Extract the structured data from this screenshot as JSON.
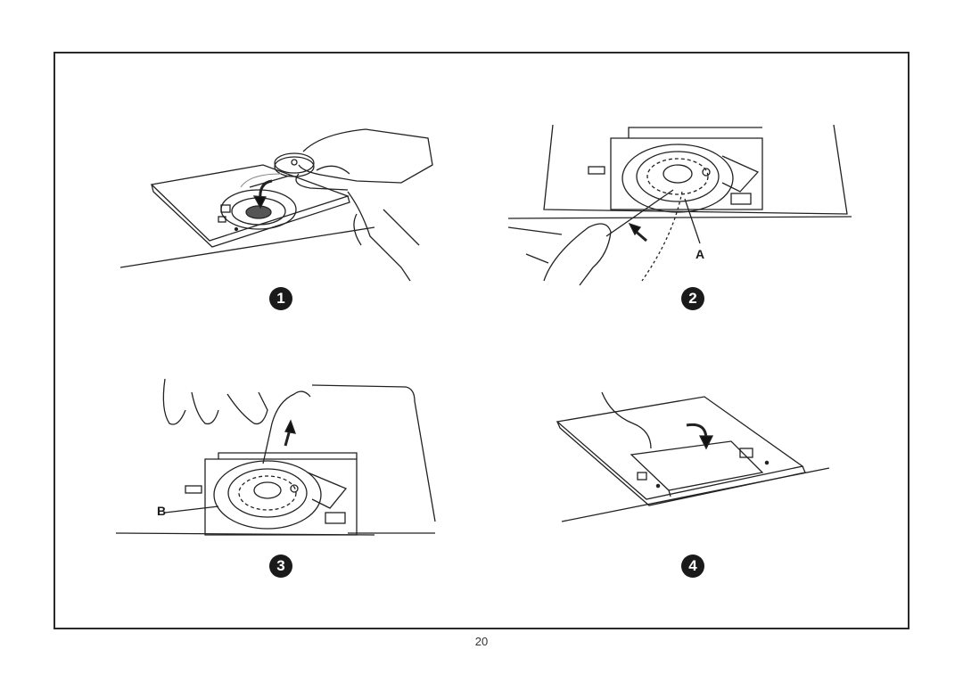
{
  "steps": [
    {
      "number": "1"
    },
    {
      "number": "2",
      "callout": "A"
    },
    {
      "number": "3",
      "callout": "B"
    },
    {
      "number": "4"
    }
  ],
  "page_number": "20"
}
